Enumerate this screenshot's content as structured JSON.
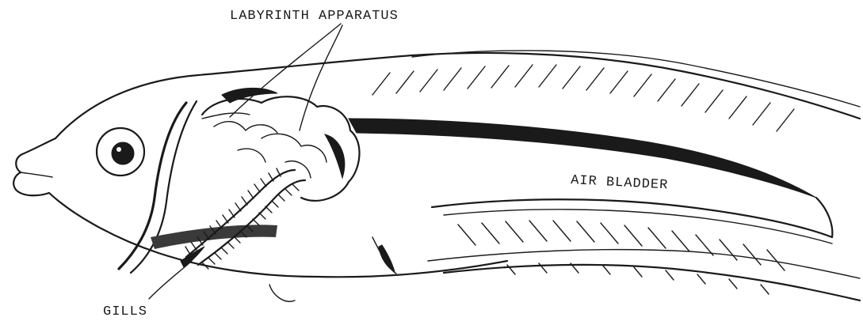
{
  "labels": {
    "labyrinth": "LABYRINTH APPARATUS",
    "air_bladder": "AIR BLADDER",
    "gills": "GILLS"
  },
  "colors": {
    "ink": "#1a1a1a",
    "background": "#ffffff"
  }
}
